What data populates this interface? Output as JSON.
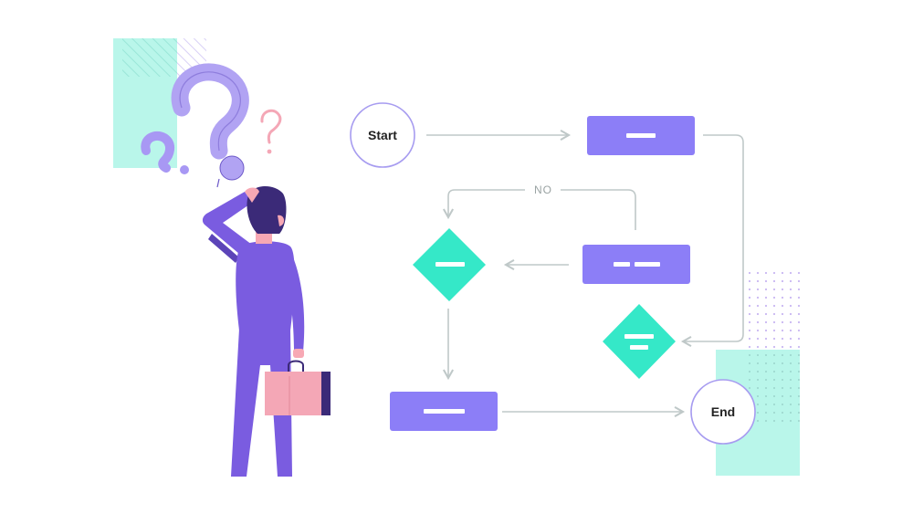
{
  "diagram": {
    "type": "flowchart",
    "nodes": [
      {
        "id": "start",
        "shape": "circle",
        "label": "Start"
      },
      {
        "id": "step-1",
        "shape": "rectangle",
        "label": ""
      },
      {
        "id": "step-2",
        "shape": "rectangle",
        "label": ""
      },
      {
        "id": "decision-1",
        "shape": "diamond",
        "label": ""
      },
      {
        "id": "decision-2",
        "shape": "diamond",
        "label": ""
      },
      {
        "id": "step-3",
        "shape": "rectangle",
        "label": ""
      },
      {
        "id": "end",
        "shape": "circle",
        "label": "End"
      }
    ],
    "edges": [
      {
        "from": "start",
        "to": "step-1",
        "label": ""
      },
      {
        "from": "step-1",
        "to": "decision-2",
        "label": ""
      },
      {
        "from": "step-2",
        "to": "decision-1",
        "label": ""
      },
      {
        "from": "step-2",
        "to": "decision-1",
        "label": "NO"
      },
      {
        "from": "decision-1",
        "to": "step-3",
        "label": ""
      },
      {
        "from": "step-3",
        "to": "end",
        "label": ""
      }
    ]
  },
  "colors": {
    "node_purple": "#8c7ef7",
    "node_teal": "#35e8c8",
    "circle_stroke": "#a79cf0",
    "connector": "#bfc8c8",
    "person_purple": "#7a5ce0",
    "hair": "#3b2a78",
    "skin": "#f7a8b4",
    "bag": "#f4a7b6",
    "question_lavender": "#b1a3f3",
    "question_pink": "#f4a7b6",
    "bg_mint": "#b9f6ea"
  }
}
